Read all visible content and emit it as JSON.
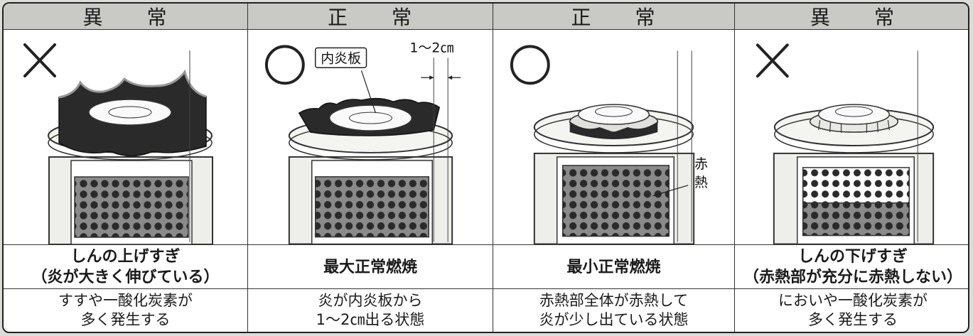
{
  "columns": [
    {
      "header": [
        "異",
        "常"
      ],
      "mark": "x-mark",
      "caption": [
        "しんの上げすぎ",
        "（炎が大きく伸びている）"
      ],
      "description": [
        "すすや一酸化炭素が",
        "多く発生する"
      ]
    },
    {
      "header": [
        "正",
        "常"
      ],
      "mark": "circle-mark",
      "caption": [
        "最大正常燃焼"
      ],
      "description": [
        "炎が内炎板から",
        "1～2㎝出る状態"
      ],
      "labels": {
        "inner_plate": "内炎板",
        "distance": "1～2㎝"
      }
    },
    {
      "header": [
        "正",
        "常"
      ],
      "mark": "circle-mark",
      "caption": [
        "最小正常燃焼"
      ],
      "description": [
        "赤熱部全体が赤熱して",
        "炎が少し出ている状態"
      ],
      "labels": {
        "red_heat_1": "赤",
        "red_heat_2": "熱"
      }
    },
    {
      "header": [
        "異",
        "常"
      ],
      "mark": "x-mark",
      "caption": [
        "しんの下げすぎ",
        "（赤熱部が充分に赤熱しない）"
      ],
      "description": [
        "においや一酸化炭素が",
        "多く発生する"
      ]
    }
  ],
  "colors": {
    "header_bg": "#c9c9c5",
    "flame": "#2a2a2a",
    "dots": "#444444",
    "cylinder": "#eeeeea"
  }
}
